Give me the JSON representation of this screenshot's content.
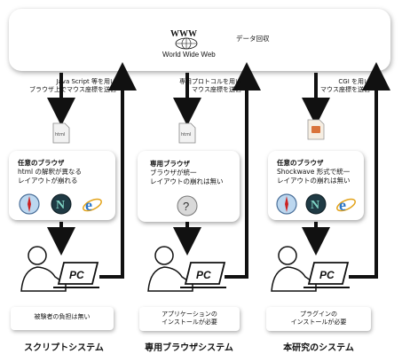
{
  "www": {
    "title": "World Wide Web",
    "data_collection": "データ回収"
  },
  "columns": [
    {
      "note": [
        "Java Script 等を用い",
        "ブラウザ上でマウス座標を送信"
      ],
      "file_label": "html",
      "card_title": "任意のブラウザ",
      "card_text": [
        "html の解釈が異なる",
        "レイアウトが崩れる"
      ],
      "pc_label": "PC",
      "bottom": [
        "被験者の負担は無い"
      ],
      "system": "スクリプトシステム"
    },
    {
      "note": [
        "専用プロトコルを用い",
        "マウス座標を送信"
      ],
      "file_label": "html",
      "card_title": "専用ブラウザ",
      "card_text": [
        "ブラウザが統一",
        "レイアウトの崩れは無い"
      ],
      "pc_label": "PC",
      "bottom": [
        "アプリケーションの",
        "インストールが必要"
      ],
      "system": "専用ブラウザシステム"
    },
    {
      "note": [
        "CGI を用い",
        "マウス座標を送信"
      ],
      "file_label": "",
      "card_title": "任意のブラウザ",
      "card_text": [
        "Shockwave 形式で統一",
        "レイアウトの崩れは無い"
      ],
      "pc_label": "PC",
      "bottom": [
        "プラグインの",
        "インストールが必要"
      ],
      "system": "本研究のシステム"
    }
  ],
  "icons": {
    "safari": "safari-compass-icon",
    "netscape": "netscape-n-icon",
    "ie": "internet-explorer-e-icon",
    "unknown": "question-mark-icon"
  }
}
